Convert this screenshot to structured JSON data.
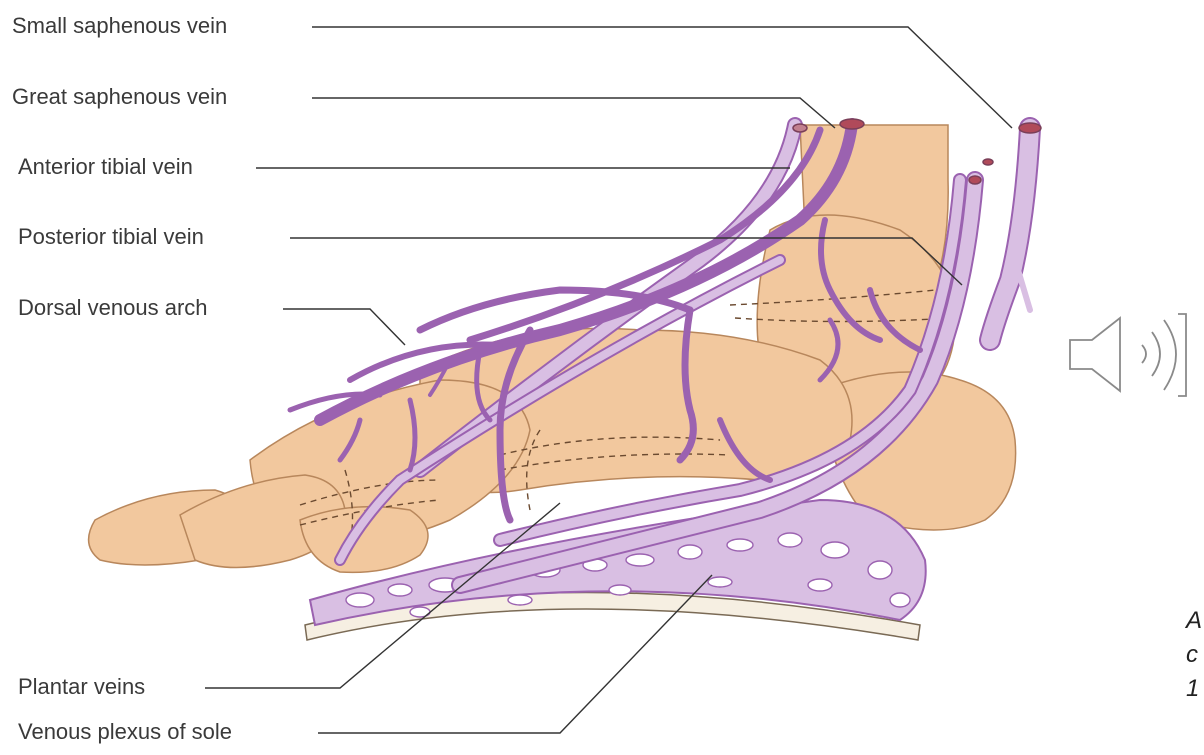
{
  "labels": {
    "small_saphenous": "Small saphenous vein",
    "great_saphenous": "Great saphenous vein",
    "anterior_tibial": "Anterior tibial vein",
    "posterior_tibial": "Posterior tibial vein",
    "dorsal_arch": "Dorsal venous arch",
    "plantar_veins": "Plantar veins",
    "venous_plexus": "Venous plexus of sole"
  },
  "citation": {
    "line1": "A",
    "line2": "c",
    "line3": "1"
  },
  "colors": {
    "skin": "#f2c89e",
    "skin_stroke": "#b8875c",
    "vein_deep": "#9b62b0",
    "vein_light": "#d9bfe3",
    "leader": "#333333",
    "speaker": "#8a8a8a"
  },
  "icons": {
    "audio": "speaker-icon"
  }
}
